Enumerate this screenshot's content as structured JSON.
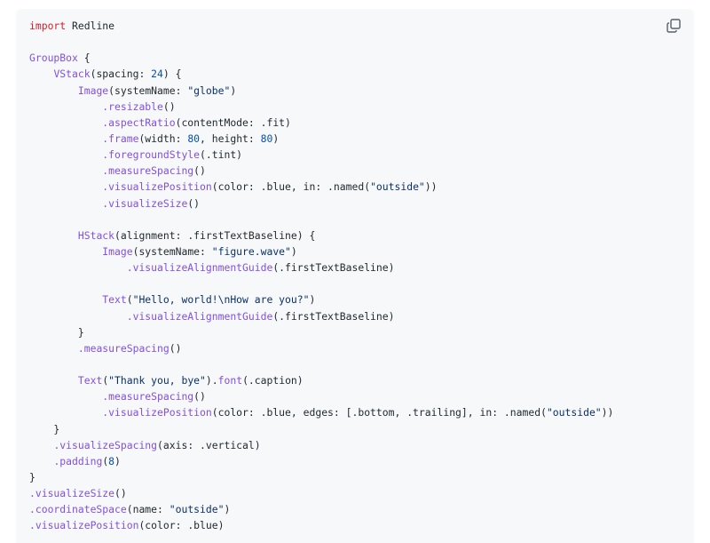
{
  "code_block": {
    "language": "swift",
    "copy_button_icon": "copy-icon",
    "lines": [
      [
        {
          "t": "import",
          "c": "kw"
        },
        {
          "t": " Redline",
          "c": "plain"
        }
      ],
      [],
      [
        {
          "t": "GroupBox",
          "c": "type"
        },
        {
          "t": " {",
          "c": "plain"
        }
      ],
      [
        {
          "t": "    ",
          "c": "plain"
        },
        {
          "t": "VStack",
          "c": "type"
        },
        {
          "t": "(spacing: ",
          "c": "plain"
        },
        {
          "t": "24",
          "c": "num"
        },
        {
          "t": ") {",
          "c": "plain"
        }
      ],
      [
        {
          "t": "        ",
          "c": "plain"
        },
        {
          "t": "Image",
          "c": "type"
        },
        {
          "t": "(systemName: ",
          "c": "plain"
        },
        {
          "t": "\"globe\"",
          "c": "str"
        },
        {
          "t": ")",
          "c": "plain"
        }
      ],
      [
        {
          "t": "            ",
          "c": "plain"
        },
        {
          "t": ".resizable",
          "c": "fn"
        },
        {
          "t": "()",
          "c": "plain"
        }
      ],
      [
        {
          "t": "            ",
          "c": "plain"
        },
        {
          "t": ".aspectRatio",
          "c": "fn"
        },
        {
          "t": "(contentMode: .fit)",
          "c": "plain"
        }
      ],
      [
        {
          "t": "            ",
          "c": "plain"
        },
        {
          "t": ".frame",
          "c": "fn"
        },
        {
          "t": "(width: ",
          "c": "plain"
        },
        {
          "t": "80",
          "c": "num"
        },
        {
          "t": ", height: ",
          "c": "plain"
        },
        {
          "t": "80",
          "c": "num"
        },
        {
          "t": ")",
          "c": "plain"
        }
      ],
      [
        {
          "t": "            ",
          "c": "plain"
        },
        {
          "t": ".foregroundStyle",
          "c": "fn"
        },
        {
          "t": "(.tint)",
          "c": "plain"
        }
      ],
      [
        {
          "t": "            ",
          "c": "plain"
        },
        {
          "t": ".measureSpacing",
          "c": "fn"
        },
        {
          "t": "()",
          "c": "plain"
        }
      ],
      [
        {
          "t": "            ",
          "c": "plain"
        },
        {
          "t": ".visualizePosition",
          "c": "fn"
        },
        {
          "t": "(color: .blue, in: .named(",
          "c": "plain"
        },
        {
          "t": "\"outside\"",
          "c": "str"
        },
        {
          "t": "))",
          "c": "plain"
        }
      ],
      [
        {
          "t": "            ",
          "c": "plain"
        },
        {
          "t": ".visualizeSize",
          "c": "fn"
        },
        {
          "t": "()",
          "c": "plain"
        }
      ],
      [],
      [
        {
          "t": "        ",
          "c": "plain"
        },
        {
          "t": "HStack",
          "c": "type"
        },
        {
          "t": "(alignment: .firstTextBaseline) {",
          "c": "plain"
        }
      ],
      [
        {
          "t": "            ",
          "c": "plain"
        },
        {
          "t": "Image",
          "c": "type"
        },
        {
          "t": "(systemName: ",
          "c": "plain"
        },
        {
          "t": "\"figure.wave\"",
          "c": "str"
        },
        {
          "t": ")",
          "c": "plain"
        }
      ],
      [
        {
          "t": "                ",
          "c": "plain"
        },
        {
          "t": ".visualizeAlignmentGuide",
          "c": "fn"
        },
        {
          "t": "(.firstTextBaseline)",
          "c": "plain"
        }
      ],
      [],
      [
        {
          "t": "            ",
          "c": "plain"
        },
        {
          "t": "Text",
          "c": "type"
        },
        {
          "t": "(",
          "c": "plain"
        },
        {
          "t": "\"Hello, world!\\nHow are you?\"",
          "c": "str"
        },
        {
          "t": ")",
          "c": "plain"
        }
      ],
      [
        {
          "t": "                ",
          "c": "plain"
        },
        {
          "t": ".visualizeAlignmentGuide",
          "c": "fn"
        },
        {
          "t": "(.firstTextBaseline)",
          "c": "plain"
        }
      ],
      [
        {
          "t": "        }",
          "c": "plain"
        }
      ],
      [
        {
          "t": "        ",
          "c": "plain"
        },
        {
          "t": ".measureSpacing",
          "c": "fn"
        },
        {
          "t": "()",
          "c": "plain"
        }
      ],
      [],
      [
        {
          "t": "        ",
          "c": "plain"
        },
        {
          "t": "Text",
          "c": "type"
        },
        {
          "t": "(",
          "c": "plain"
        },
        {
          "t": "\"Thank you, bye\"",
          "c": "str"
        },
        {
          "t": ").",
          "c": "plain"
        },
        {
          "t": "font",
          "c": "fn"
        },
        {
          "t": "(.caption)",
          "c": "plain"
        }
      ],
      [
        {
          "t": "            ",
          "c": "plain"
        },
        {
          "t": ".measureSpacing",
          "c": "fn"
        },
        {
          "t": "()",
          "c": "plain"
        }
      ],
      [
        {
          "t": "            ",
          "c": "plain"
        },
        {
          "t": ".visualizePosition",
          "c": "fn"
        },
        {
          "t": "(color: .blue, edges: [.bottom, .trailing], in: .named(",
          "c": "plain"
        },
        {
          "t": "\"outside\"",
          "c": "str"
        },
        {
          "t": "))",
          "c": "plain"
        }
      ],
      [
        {
          "t": "    }",
          "c": "plain"
        }
      ],
      [
        {
          "t": "    ",
          "c": "plain"
        },
        {
          "t": ".visualizeSpacing",
          "c": "fn"
        },
        {
          "t": "(axis: .vertical)",
          "c": "plain"
        }
      ],
      [
        {
          "t": "    ",
          "c": "plain"
        },
        {
          "t": ".padding",
          "c": "fn"
        },
        {
          "t": "(",
          "c": "plain"
        },
        {
          "t": "8",
          "c": "num"
        },
        {
          "t": ")",
          "c": "plain"
        }
      ],
      [
        {
          "t": "}",
          "c": "plain"
        }
      ],
      [
        {
          "t": ".visualizeSize",
          "c": "fn"
        },
        {
          "t": "()",
          "c": "plain"
        }
      ],
      [
        {
          "t": ".coordinateSpace",
          "c": "fn"
        },
        {
          "t": "(name: ",
          "c": "plain"
        },
        {
          "t": "\"outside\"",
          "c": "str"
        },
        {
          "t": ")",
          "c": "plain"
        }
      ],
      [
        {
          "t": ".visualizePosition",
          "c": "fn"
        },
        {
          "t": "(color: .blue)",
          "c": "plain"
        }
      ]
    ]
  }
}
